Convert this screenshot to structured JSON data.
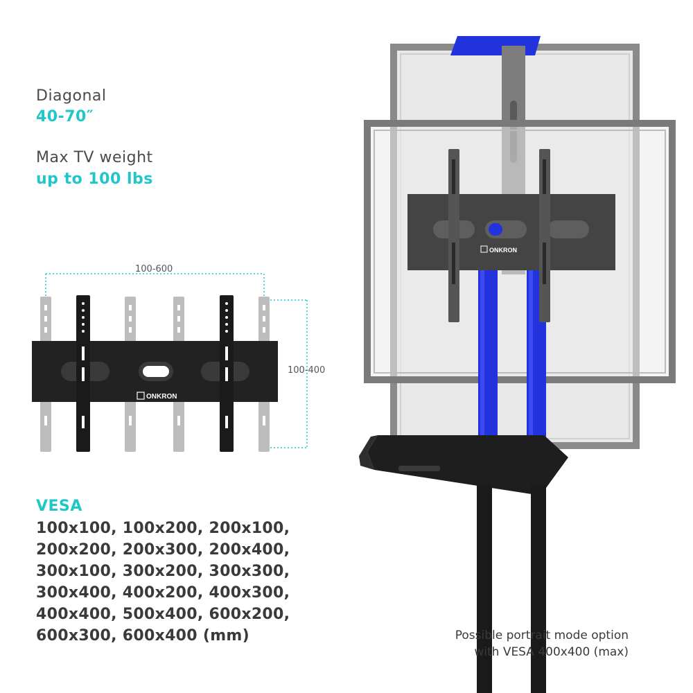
{
  "specs": {
    "diagonal_label": "Diagonal",
    "diagonal_value": "40-70″",
    "weight_label": "Max TV weight",
    "weight_value": "up to 100 lbs"
  },
  "diagram": {
    "width_label": "100-600",
    "height_label": "100-400",
    "brand": "ONKRON"
  },
  "stand": {
    "brand": "ONKRON"
  },
  "vesa": {
    "heading": "VESA",
    "lines": [
      "100x100, 100x200, 200x100,",
      "200x200, 200x300, 200x400,",
      "300x100, 300x200, 300x300,",
      "300x400, 400x200, 400x300,",
      "400x400, 500x400, 600x200,",
      "600x300, 600x400  (mm)"
    ]
  },
  "caption": {
    "line1": "Possible portrait mode option",
    "line2": "with VESA 400x400 (max)"
  },
  "colors": {
    "accent": "#1fc7c9",
    "pole_blue": "#2233dd",
    "bracket_black": "#1a1a1a"
  }
}
